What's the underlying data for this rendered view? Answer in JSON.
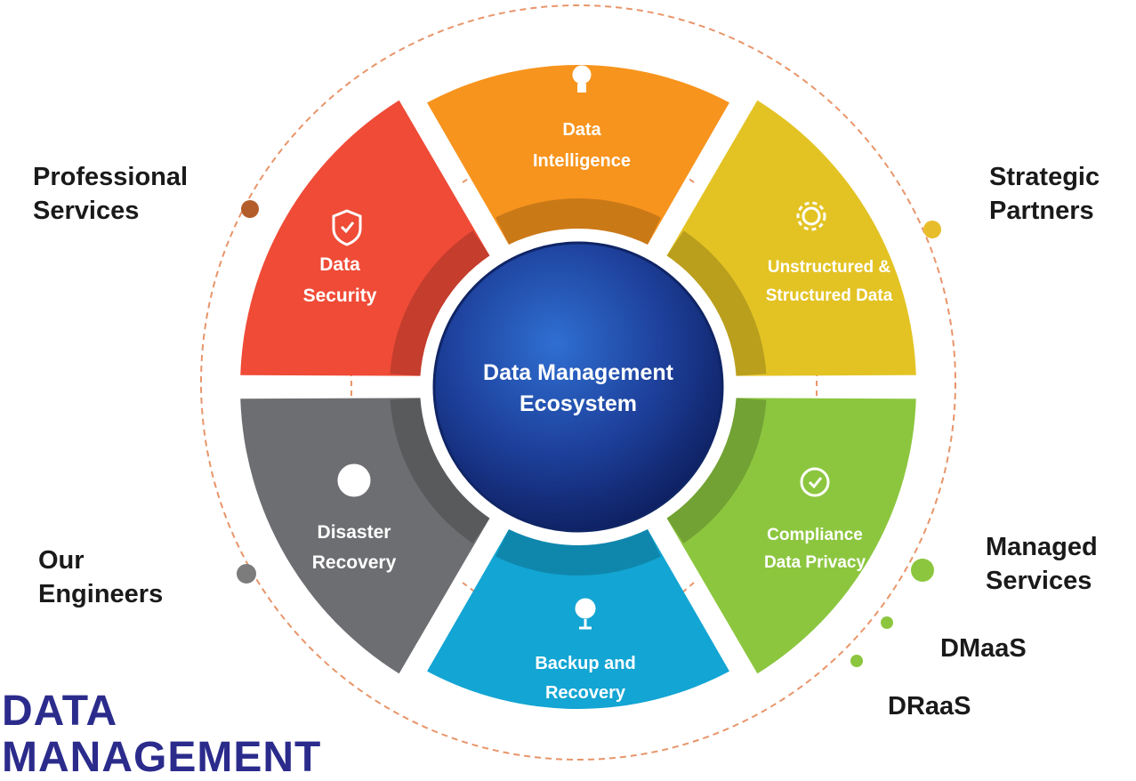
{
  "hub": {
    "line1": "Data Management",
    "line2": "Ecosystem"
  },
  "segments": [
    {
      "id": "data-intelligence",
      "line1": "Data",
      "line2": "Intelligence",
      "color": "#f7941d",
      "icon": "lightbulb-icon"
    },
    {
      "id": "unstructured-structured-data",
      "line1": "Unstructured &",
      "line2": "Structured Data",
      "color": "#e3c324",
      "icon": "gear-icon"
    },
    {
      "id": "compliance-data-privacy",
      "line1": "Compliance",
      "line2": "Data Privacy",
      "color": "#8cc63f",
      "icon": "clock-icon"
    },
    {
      "id": "backup-and-recovery",
      "line1": "Backup and",
      "line2": "Recovery",
      "color": "#13a5d3",
      "icon": "money-plant-icon"
    },
    {
      "id": "disaster-recovery",
      "line1": "Disaster",
      "line2": "Recovery",
      "color": "#6d6e71",
      "icon": "globe-icon"
    },
    {
      "id": "data-security",
      "line1": "Data",
      "line2": "Security",
      "color": "#ef4b37",
      "icon": "shield-check-icon"
    }
  ],
  "side_labels": {
    "professional_services": {
      "line1": "Professional",
      "line2": "Services"
    },
    "strategic_partners": {
      "line1": "Strategic",
      "line2": "Partners"
    },
    "managed_services": {
      "line1": "Managed",
      "line2": "Services"
    },
    "our_engineers": {
      "line1": "Our",
      "line2": "Engineers"
    },
    "dmaas": "DMaaS",
    "draas": "DRaaS"
  },
  "dot_colors": {
    "professional": "#b35d2a",
    "strategic": "#e8bd2b",
    "managed": "#8cc63f",
    "engineers": "#7c7c7c"
  },
  "page_title": {
    "line1": "DATA",
    "line2": "MANAGEMENT"
  }
}
